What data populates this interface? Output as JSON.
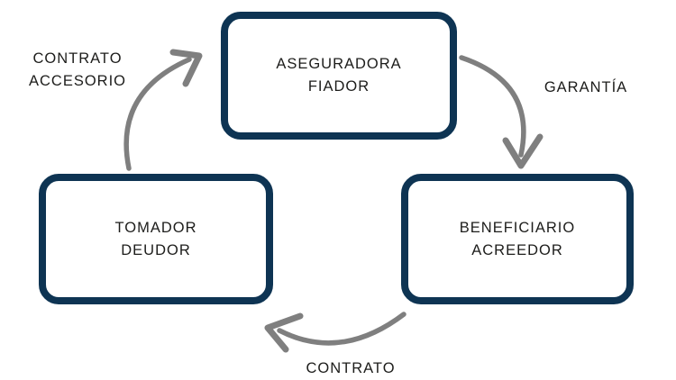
{
  "diagram": {
    "nodes": {
      "aseguradora": {
        "line1": "ASEGURADORA",
        "line2": "FIADOR"
      },
      "beneficiario": {
        "line1": "BENEFICIARIO",
        "line2": "ACREEDOR"
      },
      "tomador": {
        "line1": "TOMADOR",
        "line2": "DEUDOR"
      }
    },
    "edge_labels": {
      "contrato_accesorio": {
        "line1": "CONTRATO",
        "line2": "ACCESORIO"
      },
      "garantia": "GARANTÍA",
      "contrato": "CONTRATO"
    },
    "edges": [
      {
        "from": "TOMADOR DEUDOR",
        "to": "ASEGURADORA FIADOR",
        "label": "CONTRATO ACCESORIO"
      },
      {
        "from": "ASEGURADORA FIADOR",
        "to": "BENEFICIARIO ACREEDOR",
        "label": "GARANTÍA"
      },
      {
        "from": "BENEFICIARIO ACREEDOR",
        "to": "TOMADOR DEUDOR",
        "label": "CONTRATO"
      }
    ],
    "colors": {
      "box_border": "#0e3453",
      "arrow": "#7f7f7f",
      "text": "#1d1d1b",
      "background": "#ffffff"
    }
  }
}
